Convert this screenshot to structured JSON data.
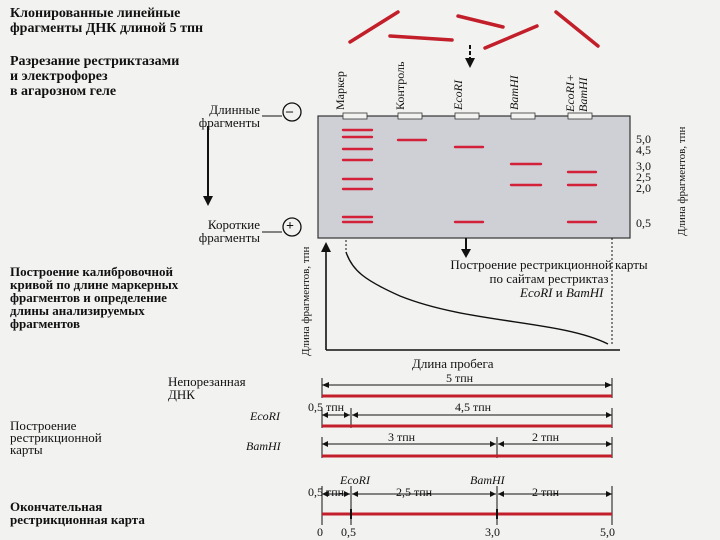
{
  "header_text": "Клонированные линейные\nфрагменты ДНК длиной 5 тпн",
  "step_digest": "Разрезание рестриктазами\nи электрофорез\nв агарозном геле",
  "long_fragments": "Длинные\nфрагменты",
  "short_fragments": "Короткие\nфрагменты",
  "electrode_top": "–",
  "electrode_bottom": "+",
  "lanes": [
    "Маркер",
    "Контроль",
    "EcoRI",
    "BamHI",
    "EcoRI+\nBamHI"
  ],
  "size_ticks": [
    "5,0",
    "4,5",
    "3,0",
    "2,5",
    "2,0",
    "0,5"
  ],
  "axis_right": "Длина фрагментов, тпн",
  "map_step": "Построение рестрикционной карты\nпо сайтам рестриктаз",
  "map_enzymes": {
    "e1": "EcoRI",
    "and": "и",
    "e2": "BamHI"
  },
  "calib_step": "Построение калибровочной\nкривой по длине маркерных\nфрагментов и определение\nдлины анализируемых\nфрагментов",
  "curve_ylabel": "Длина фрагментов, тпн",
  "curve_xlabel": "Длина пробега",
  "uncut_label": "Непорезанная\nДНК",
  "uncut_len": "5 тпн",
  "ecori_label": "EcoRI",
  "ecori_a": "0,5 тпн",
  "ecori_b": "4,5 тпн",
  "build_map": "Построение\nрестрикционной\nкарты",
  "bamhi_label": "BamHI",
  "bamhi_a": "3 тпн",
  "bamhi_b": "2 тпн",
  "final_ecori": "EcoRI",
  "final_bamhi": "BamHI",
  "final_a": "0,5 тпн",
  "final_b": "2,5 тпн",
  "final_c": "2 тпн",
  "final_label": "Окончательная\nрестрикционная карта",
  "final_scale": [
    "0",
    "0,5",
    "3,0",
    "5,0"
  ],
  "colors": {
    "band": "#d4213a",
    "gel": "#cfd0d5",
    "line": "#c21f2b"
  }
}
